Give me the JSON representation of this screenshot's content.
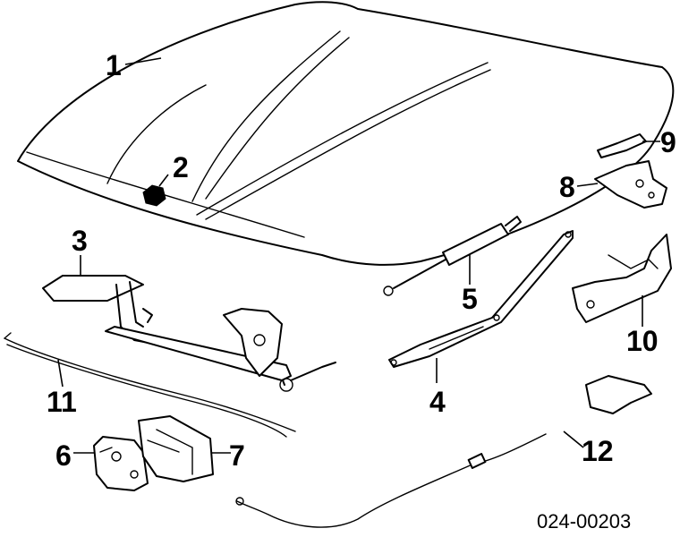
{
  "callouts": {
    "c1": "1",
    "c2": "2",
    "c3": "3",
    "c4": "4",
    "c5": "5",
    "c6": "6",
    "c7": "7",
    "c8": "8",
    "c9": "9",
    "c10": "10",
    "c11": "11",
    "c12": "12"
  },
  "diagram_code": "024-00203"
}
